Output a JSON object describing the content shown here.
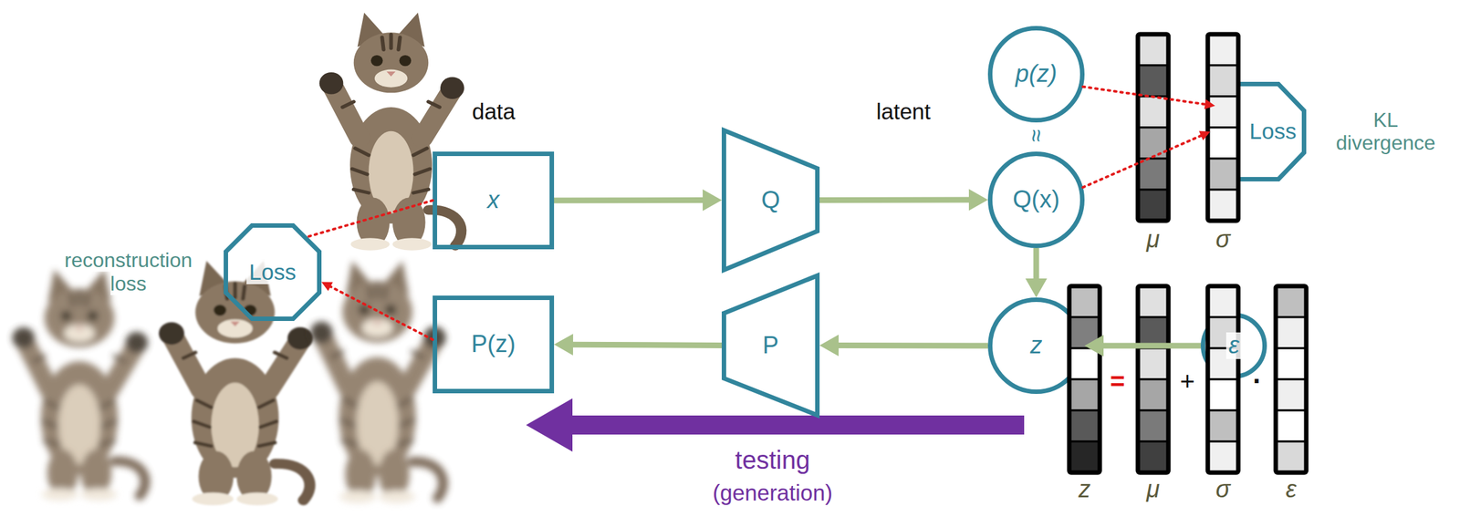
{
  "diagram": {
    "nodes": [
      {
        "text": [
          "x"
        ]
      },
      {
        "text": [
          "Q"
        ]
      },
      {
        "text": [
          "p(z)"
        ]
      },
      {
        "text": [
          "Q(x)"
        ]
      },
      {
        "text": [
          "Loss",
          "KL divergence"
        ]
      },
      {
        "text": [
          "z"
        ]
      },
      {
        "text": [
          "ε"
        ]
      },
      {
        "text": [
          "P"
        ]
      },
      {
        "text": [
          "P(z)"
        ]
      },
      {
        "text": [
          "Loss",
          "reconstruction loss"
        ]
      }
    ],
    "edges": [
      {
        "from": 0,
        "to": 1,
        "arrow": "to"
      },
      {
        "from": 1,
        "to": 3,
        "arrow": "to"
      },
      {
        "from": 3,
        "to": 5,
        "arrow": "to"
      },
      {
        "from": 6,
        "to": 5,
        "arrow": "to"
      },
      {
        "from": 5,
        "to": 7,
        "arrow": "to"
      },
      {
        "from": 7,
        "to": 8,
        "arrow": "to"
      },
      {
        "from": 2,
        "to": 4,
        "arrow": "to"
      },
      {
        "from": 3,
        "to": 4,
        "arrow": "to"
      },
      {
        "from": 8,
        "to": 9,
        "arrow": "to"
      },
      {
        "from": 0,
        "to": 9,
        "arrow": "none"
      }
    ],
    "labels": [
      "data",
      "latent",
      "≈",
      "μ",
      "σ",
      "z",
      "μ",
      "σ",
      "ε",
      "=",
      "+",
      "·",
      "testing",
      "(generation)"
    ]
  }
}
